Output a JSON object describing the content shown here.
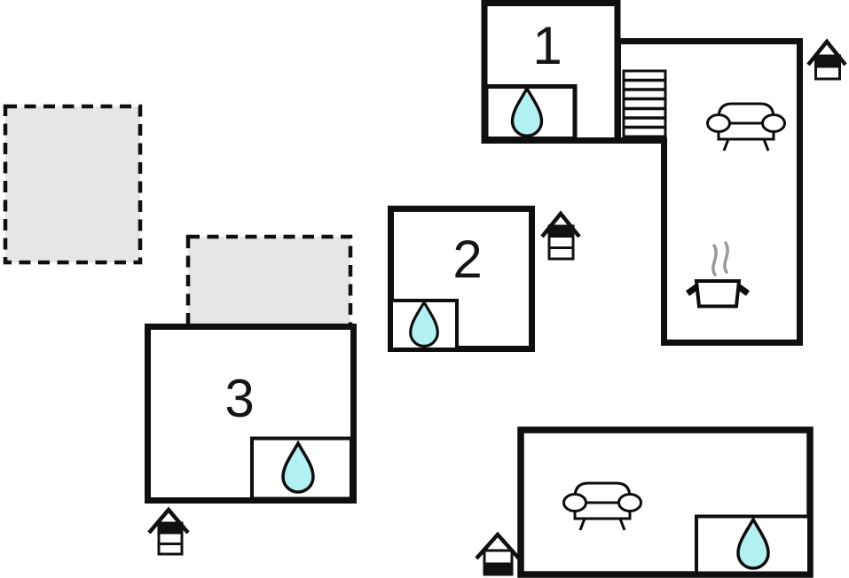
{
  "plan": {
    "type": "floor-plan",
    "rooms": [
      {
        "id": "room-1",
        "label": "1",
        "features": [
          "bath-nook",
          "water-drop"
        ]
      },
      {
        "id": "room-2",
        "label": "2",
        "features": [
          "bath-nook",
          "water-drop"
        ]
      },
      {
        "id": "room-3",
        "label": "3",
        "features": [
          "bath-nook",
          "water-drop"
        ]
      },
      {
        "id": "kitchen-living-wing",
        "label": "",
        "features": [
          "stairs",
          "sofa",
          "steam-pot"
        ]
      },
      {
        "id": "lower-lounge",
        "label": "",
        "features": [
          "sofa",
          "bath-nook",
          "water-drop"
        ]
      }
    ],
    "terraces": [
      {
        "id": "terrace-upper-left"
      },
      {
        "id": "terrace-above-room-3"
      }
    ],
    "entrance_markers": [
      {
        "id": "entrance-top-right",
        "bands": "black-top"
      },
      {
        "id": "entrance-room-2",
        "bands": "black-top-3"
      },
      {
        "id": "entrance-room-3",
        "bands": "black-top-3"
      },
      {
        "id": "entrance-bottom",
        "bands": "black-bottom"
      }
    ],
    "icons": {
      "water_drop": "water-drop-icon",
      "sofa": "sofa-icon",
      "stairs": "stairs-icon",
      "steam_pot": "steam-pot-icon",
      "entrance": "house-entrance-icon"
    }
  },
  "colors": {
    "wall": "#0f0f0f",
    "drop-fill": "#b3f0f1",
    "terrace-fill": "#e6e6e6",
    "steam": "#999999",
    "bg": "#ffffff",
    "ink": "#151515"
  }
}
